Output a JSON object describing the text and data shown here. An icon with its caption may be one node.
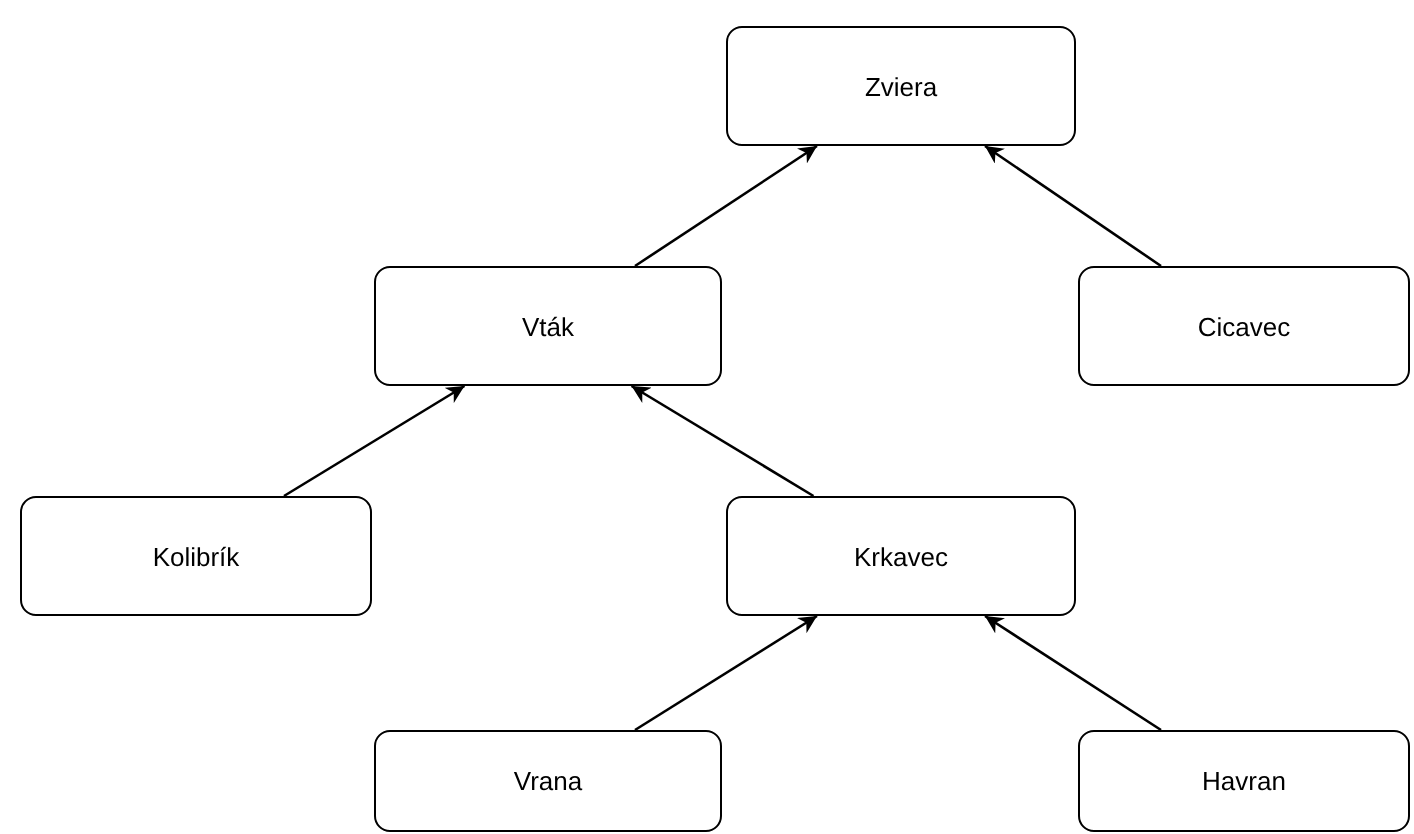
{
  "diagram": {
    "nodes": [
      {
        "text": [
          "Zviera"
        ]
      },
      {
        "text": [
          "Vták"
        ]
      },
      {
        "text": [
          "Cicavec"
        ]
      },
      {
        "text": [
          "Kolibrík"
        ]
      },
      {
        "text": [
          "Krkavec"
        ]
      },
      {
        "text": [
          "Vrana"
        ]
      },
      {
        "text": [
          "Havran"
        ]
      }
    ],
    "edges": [
      {
        "from": 1,
        "to": 0,
        "arrow": "to"
      },
      {
        "from": 2,
        "to": 0,
        "arrow": "to"
      },
      {
        "from": 3,
        "to": 1,
        "arrow": "to"
      },
      {
        "from": 4,
        "to": 1,
        "arrow": "to"
      },
      {
        "from": 5,
        "to": 4,
        "arrow": "to"
      },
      {
        "from": 6,
        "to": 4,
        "arrow": "to"
      }
    ]
  }
}
